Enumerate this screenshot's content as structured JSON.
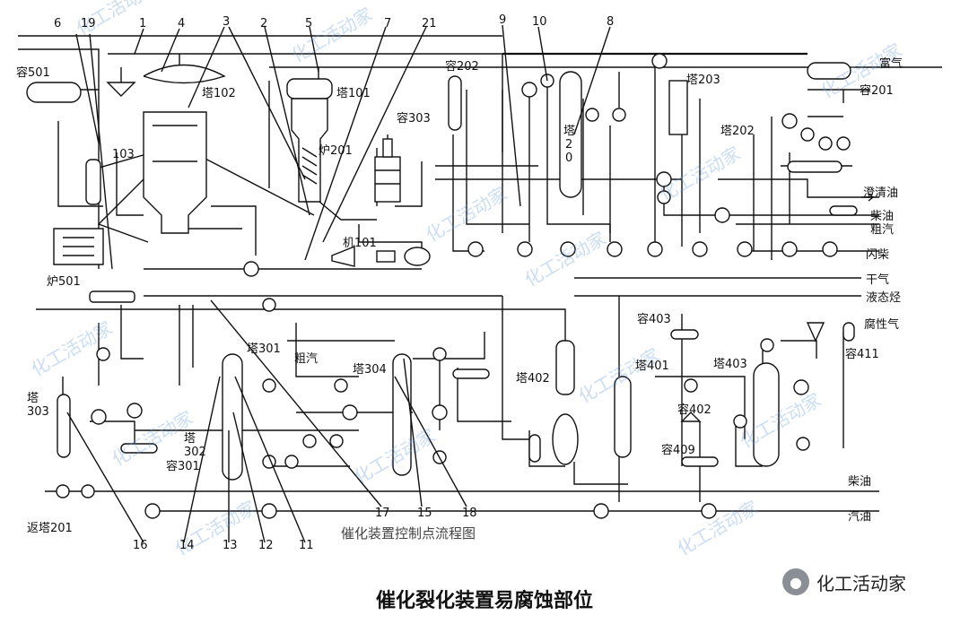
{
  "caption": "催化装置控制点流程图",
  "title": "催化裂化装置易腐蚀部位",
  "brand": {
    "icon": "wechat-icon",
    "name": "化工活动家"
  },
  "watermark": "化工活动家",
  "equipment": {
    "rong501": "容501",
    "ta102": "塔102",
    "ta101": "塔101",
    "rong202": "容202",
    "rong303": "容303",
    "lu201": "炉201",
    "ji101": "机101",
    "lu501": "炉501",
    "ta203": "塔203",
    "ta202": "塔202",
    "rong201": "容201",
    "ta2": "塔",
    "ta2_digits": [
      "2",
      "0"
    ],
    "n103": "103",
    "ta301": "塔301",
    "ta304": "塔304",
    "ta303": "塔\n303",
    "ta302": "塔\n302",
    "rong301": "容301",
    "ta402": "塔402",
    "ta401": "塔401",
    "rong403": "容403",
    "ta403": "塔403",
    "rong402": "容402",
    "rong409": "容409",
    "rong411": "容411",
    "fanta201": "返塔201"
  },
  "streams": {
    "fuqi": "富气",
    "chengqingyou": "澄清油",
    "chaiyou1": "柴油",
    "cuqi1": "粗汽",
    "shanchai": "闪柴",
    "ganqi": "干气",
    "yetaiting": "液态烃",
    "cuqi2": "粗汽",
    "fuxingqi": "腐性气",
    "chaiyou2": "柴油",
    "qiyou": "汽油"
  },
  "points": [
    "1",
    "2",
    "3",
    "4",
    "5",
    "6",
    "7",
    "8",
    "9",
    "10",
    "11",
    "12",
    "13",
    "14",
    "15",
    "16",
    "17",
    "18",
    "19",
    "21"
  ]
}
